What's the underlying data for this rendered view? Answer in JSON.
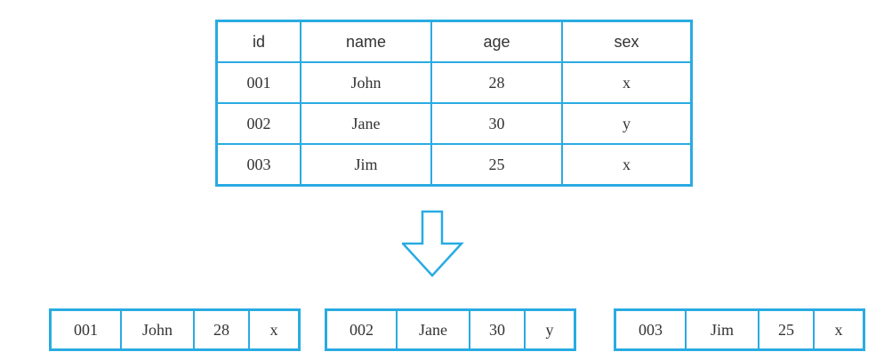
{
  "table": {
    "headers": [
      "id",
      "name",
      "age",
      "sex"
    ],
    "rows": [
      [
        "001",
        "John",
        "28",
        "x"
      ],
      [
        "002",
        "Jane",
        "30",
        "y"
      ],
      [
        "003",
        "Jim",
        "25",
        "x"
      ]
    ]
  },
  "records": [
    [
      "001",
      "John",
      "28",
      "x"
    ],
    [
      "002",
      "Jane",
      "30",
      "y"
    ],
    [
      "003",
      "Jim",
      "25",
      "x"
    ]
  ],
  "colors": {
    "border": "#29abe2",
    "text": "#333333",
    "background": "#ffffff"
  },
  "arrow_icon": "down-arrow-outline-icon"
}
